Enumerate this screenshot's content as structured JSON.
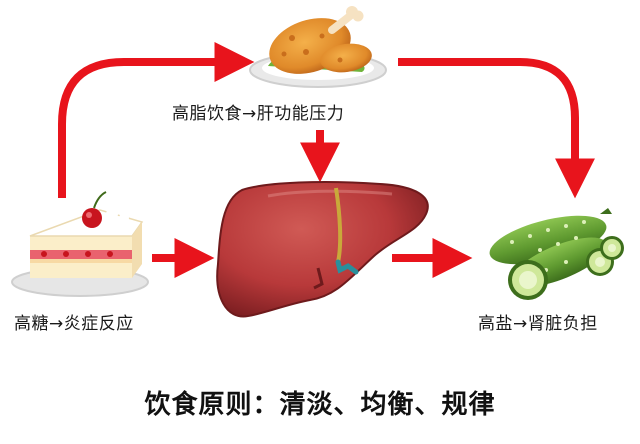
{
  "labels": {
    "high_fat": "高脂饮食→肝功能压力",
    "high_sugar": "高糖→炎症反应",
    "high_salt": "高盐→肾脏负担"
  },
  "principle": "饮食原则：清淡、均衡、规律",
  "colors": {
    "arrow": "#e8141c",
    "liver": "#b8393a",
    "liver_dark": "#7e1f22",
    "gallbladder_duct": "#2a8f9c",
    "cucumber": "#5f9a30",
    "fried_chicken": "#e08a2a",
    "cake_cream": "#fbeec9",
    "cherry": "#c8141e"
  },
  "icons": [
    "fried-chicken-icon",
    "cake-icon",
    "liver-icon",
    "cucumber-icon"
  ]
}
